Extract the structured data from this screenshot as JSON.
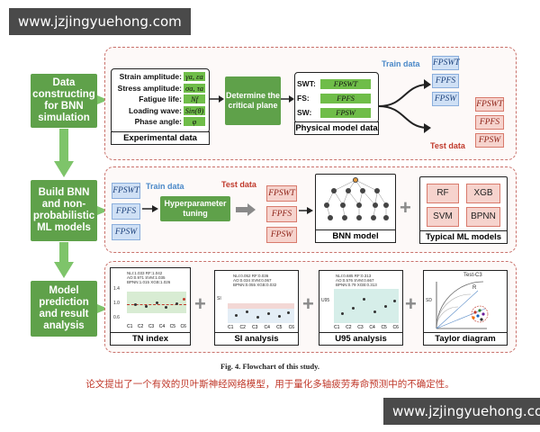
{
  "watermark": {
    "top": "www.jzjingyuehong.com",
    "bottom": "www.jzjingyuehong.com"
  },
  "stages": [
    "Data constructing for BNN simulation",
    "Build BNN and non-probabilistic ML models",
    "Model prediction and result analysis"
  ],
  "experimental": {
    "rows": [
      {
        "label": "Strain amplitude:",
        "symbol": "γa, εa"
      },
      {
        "label": "Stress amplitude:",
        "symbol": "σa, τa"
      },
      {
        "label": "Fatigue life:",
        "symbol": "Nf"
      },
      {
        "label": "Loading wave:",
        "symbol": "Sin(θ)"
      },
      {
        "label": "Phase angle:",
        "symbol": "φ"
      }
    ],
    "caption": "Experimental data"
  },
  "critical_plane": "Determine the critical plane",
  "physical": {
    "rows": [
      {
        "label": "SWT:",
        "value": "FPSWT"
      },
      {
        "label": "FS:",
        "value": "FPFS"
      },
      {
        "label": "SW:",
        "value": "FPSW"
      }
    ],
    "caption": "Physical model data"
  },
  "split": {
    "train_label": "Train data",
    "test_label": "Test data",
    "train": [
      "FPSWT",
      "FPFS",
      "FPSW"
    ],
    "test": [
      "FPSWT",
      "FPFS",
      "FPSW"
    ]
  },
  "build": {
    "train_label": "Train data",
    "test_label": "Test data",
    "train": [
      "FPSWT",
      "FPFS",
      "FPSW"
    ],
    "test": [
      "FPSWT",
      "FPFS",
      "FPSW"
    ],
    "tuning": "Hyperparameter tuning",
    "bnn_caption": "BNN model",
    "ml_models": [
      "RF",
      "XGB",
      "SVM",
      "BPNN"
    ],
    "ml_caption": "Typical ML models"
  },
  "analysis": {
    "charts": [
      {
        "caption": "TN index",
        "legend": [
          "NLI:1.033  RF:1.042",
          "AO:0.971  SVM:1.035",
          "BPNN:1.015  XGB:1.026"
        ],
        "ticks": [
          "C1",
          "C2",
          "C3",
          "C4",
          "C5",
          "C6"
        ]
      },
      {
        "caption": "SI analysis",
        "legend": [
          "NLI:0.052  RF:0.036",
          "AO:0.034  SVM:0.067",
          "BPNN:0.055  XGB:0.032"
        ],
        "ticks": [
          "C1",
          "C2",
          "C3",
          "C4",
          "C5",
          "C6"
        ]
      },
      {
        "caption": "U95 analysis",
        "legend": [
          "NLI:0.685  RF:0.313",
          "AO:0.576  SVM:0.667",
          "BPNN:0.79  XGB:0.313"
        ],
        "ticks": [
          "C1",
          "C2",
          "C3",
          "C4",
          "C5",
          "C6"
        ]
      },
      {
        "caption": "Taylor diagram",
        "legend": [
          "Test-C3"
        ],
        "ticks": []
      }
    ]
  },
  "figure_caption": "Fig. 4. Flowchart of this study.",
  "note": "论文提出了一个有效的贝叶斯神经网络模型，用于量化多轴疲劳寿命预测中的不确定性。"
}
